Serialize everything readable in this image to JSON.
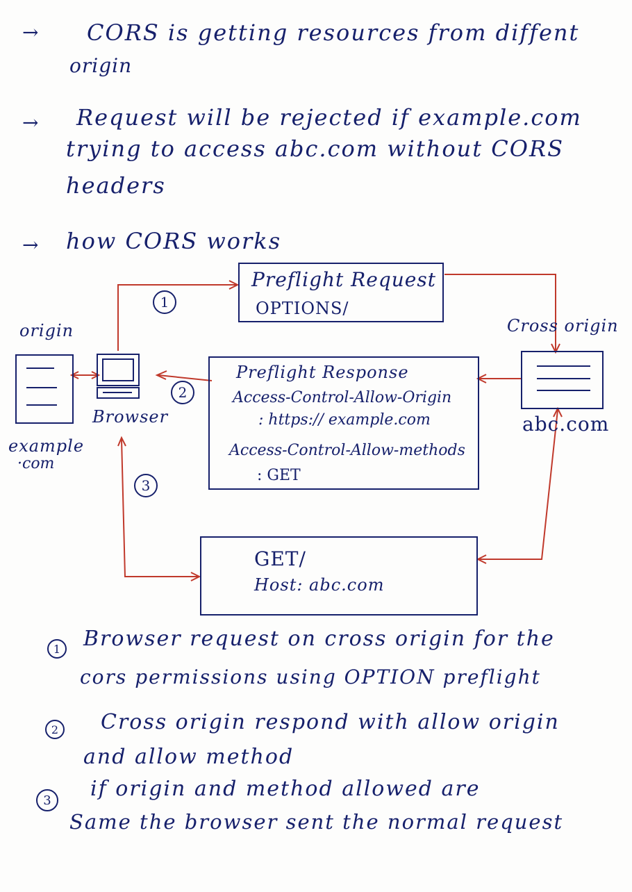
{
  "notes": {
    "line1a": "CORS is getting resources from diffent",
    "line1b": "origin",
    "line2a": "Request will be rejected if example.com",
    "line2b": "trying to access abc.com without CORS",
    "line2c": "headers",
    "line3": "how CORS works"
  },
  "diagram": {
    "preflight_request": {
      "title": "Preflight Request",
      "sub": "OPTIONS/"
    },
    "origin_label": "origin",
    "cross_origin_label": "Cross origin",
    "browser_label": "Browser",
    "example_label_a": "example",
    "example_label_b": "·com",
    "abc_label": "abc.com",
    "preflight_response": {
      "title": "Preflight Response",
      "l1": "Access-Control-Allow-Origin",
      "l2": ": https:// example.com",
      "l3": "Access-Control-Allow-methods",
      "l4": ": GET"
    },
    "get_box": {
      "l1": "GET/",
      "l2": "Host: abc.com"
    },
    "step1": "1",
    "step2": "2",
    "step3": "3"
  },
  "footnotes": {
    "f1_num": "1",
    "f1a": "Browser request on cross origin for the",
    "f1b": "cors permissions using OPTION preflight",
    "f2_num": "2",
    "f2a": "Cross origin respond with allow origin",
    "f2b": "and allow method",
    "f3_num": "3",
    "f3a": "if origin and method allowed are",
    "f3b": "Same the browser sent the normal request"
  },
  "colors": {
    "ink": "#16206b",
    "arrow": "#c0392b"
  }
}
